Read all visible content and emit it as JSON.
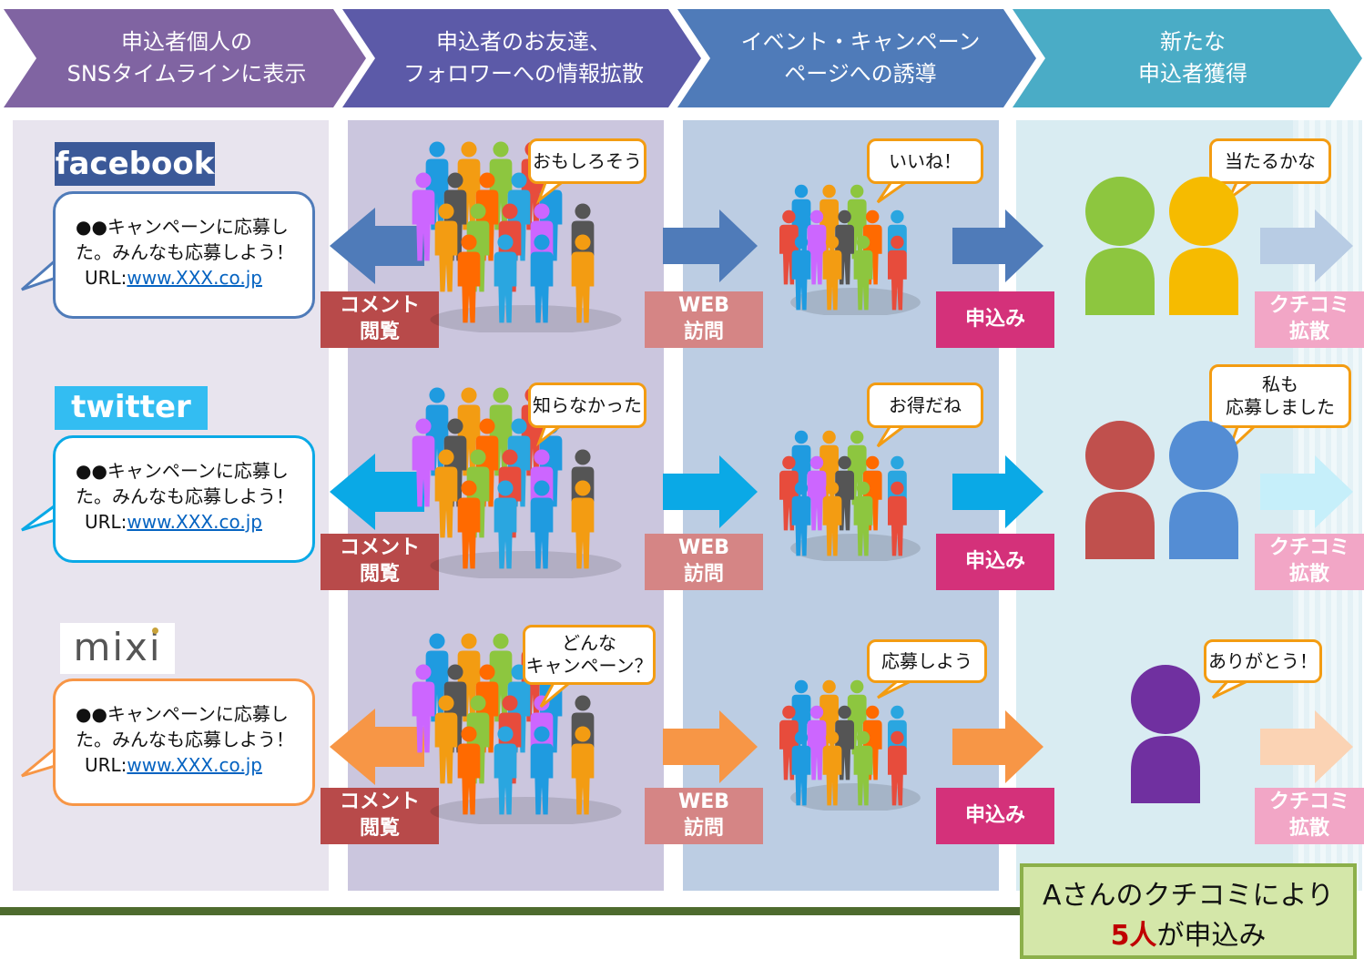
{
  "stages": [
    {
      "line1": "申込者個人の",
      "line2": "SNSタイムラインに表示"
    },
    {
      "line1": "申込者のお友達、",
      "line2": "フォロワーへの情報拡散"
    },
    {
      "line1": "イベント・キャンペーン",
      "line2": "ページへの誘導"
    },
    {
      "line1": "新たな",
      "line2": "申込者獲得"
    }
  ],
  "rows": [
    {
      "sns": "facebook",
      "post_line1": "●●キャンペーンに応募し",
      "post_line2": "た。みんなも応募しよう！",
      "post_url_prefix": "URL:",
      "post_url": "www.XXX.co.jp",
      "comment_label_1": "コメント",
      "comment_label_2": "閲覧",
      "friend_callout": "おもしろそう",
      "web_label_1": "WEB",
      "web_label_2": "訪問",
      "visit_callout": "いいね！",
      "apply_label": "申込み",
      "new_callout": "当たるかな",
      "kuchikomi_1": "クチコミ",
      "kuchikomi_2": "拡散",
      "color": "#4f7bb9"
    },
    {
      "sns": "twitter",
      "post_line1": "●●キャンペーンに応募し",
      "post_line2": "た。みんなも応募しよう！",
      "post_url_prefix": "URL:",
      "post_url": "www.XXX.co.jp",
      "comment_label_1": "コメント",
      "comment_label_2": "閲覧",
      "friend_callout": "知らなかった",
      "web_label_1": "WEB",
      "web_label_2": "訪問",
      "visit_callout": "お得だね",
      "apply_label": "申込み",
      "new_callout_1": "私も",
      "new_callout_2": "応募しました",
      "kuchikomi_1": "クチコミ",
      "kuchikomi_2": "拡散",
      "color": "#0aa9e6"
    },
    {
      "sns": "mixi",
      "post_line1": "●●キャンペーンに応募し",
      "post_line2": "た。みんなも応募しよう！",
      "post_url_prefix": "URL:",
      "post_url": "www.XXX.co.jp",
      "comment_label_1": "コメント",
      "comment_label_2": "閲覧",
      "friend_callout_1": "どんな",
      "friend_callout_2": "キャンペーン？",
      "web_label_1": "WEB",
      "web_label_2": "訪問",
      "visit_callout": "応募しよう",
      "apply_label": "申込み",
      "new_callout": "ありがとう！",
      "kuchikomi_1": "クチコミ",
      "kuchikomi_2": "拡散",
      "color": "#f79646"
    }
  ],
  "summary": {
    "line1": "Aさんのクチコミにより",
    "count": "5人",
    "line2_suffix": "が申込み"
  },
  "colors": {
    "stage1": "#8064a2",
    "stage2": "#5c5aa8",
    "stage3": "#4f7bb9",
    "stage4": "#4aacc6",
    "comment_label": "#b84a4a",
    "web_label": "#d58585",
    "apply_label": "#d4317a",
    "kuchikomi_label": "#f2a6c6"
  }
}
